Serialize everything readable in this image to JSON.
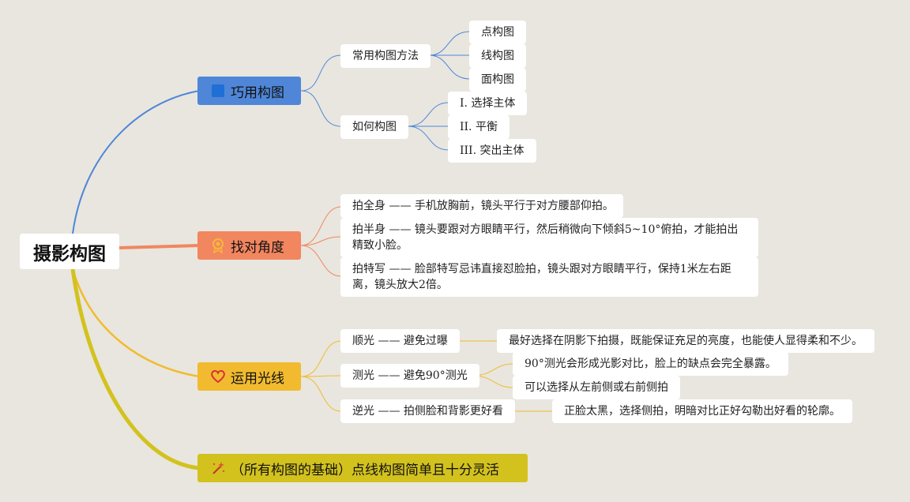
{
  "root": {
    "label": "摄影构图"
  },
  "branches": [
    {
      "label": "巧用构图",
      "icon": "blue-square-icon",
      "color": "#4f86d8",
      "children": [
        {
          "label": "常用构图方法",
          "children": [
            "点构图",
            "线构图",
            "面构图"
          ]
        },
        {
          "label": "如何构图",
          "children": [
            "I. 选择主体",
            "II. 平衡",
            "III. 突出主体"
          ]
        }
      ]
    },
    {
      "label": "找对角度",
      "icon": "award-badge-icon",
      "color": "#f2865f",
      "children": [
        "拍全身 —— 手机放胸前，镜头平行于对方腰部仰拍。",
        "拍半身 —— 镜头要跟对方眼睛平行，然后稍微向下倾斜5~10°俯拍，才能拍出精致小脸。",
        "拍特写 —— 脸部特写忌讳直接怼脸拍，镜头跟对方眼睛平行，保持1米左右距离，镜头放大2倍。"
      ]
    },
    {
      "label": "运用光线",
      "icon": "heart-icon",
      "color": "#f2bb2f",
      "children": [
        {
          "label": "顺光 —— 避免过曝",
          "children": [
            "最好选择在阴影下拍摄，既能保证充足的亮度，也能使人显得柔和不少。"
          ]
        },
        {
          "label": "测光 —— 避免90°测光",
          "children": [
            "90°测光会形成光影对比，脸上的缺点会完全暴露。",
            "可以选择从左前侧或右前侧拍"
          ]
        },
        {
          "label": "逆光 —— 拍侧脸和背影更好看",
          "children": [
            "正脸太黑，选择侧拍，明暗对比正好勾勒出好看的轮廓。"
          ]
        }
      ]
    },
    {
      "label": "（所有构图的基础）点线构图简单且十分灵活",
      "icon": "magic-wand-icon",
      "color": "#d3c21e",
      "children": []
    }
  ],
  "background": "#e8e6df"
}
